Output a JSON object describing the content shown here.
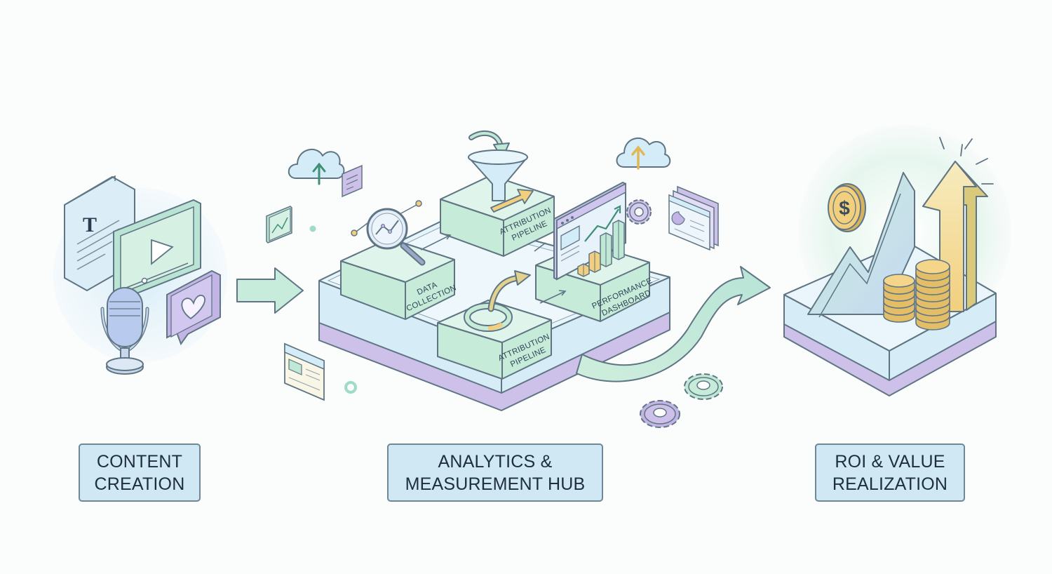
{
  "stages": {
    "content": {
      "line1": "CONTENT",
      "line2": "CREATION"
    },
    "hub": {
      "line1": "ANALYTICS &",
      "line2": "MEASUREMENT HUB"
    },
    "roi": {
      "line1": "ROI & VALUE",
      "line2": "REALIZATION"
    }
  },
  "hub_modules": {
    "data_collection": {
      "line1": "DATA",
      "line2": "COLLECTION"
    },
    "attribution_top": {
      "line1": "ATTRIBUTION",
      "line2": "PIPELINE"
    },
    "attribution_bottom": {
      "line1": "ATTRIBUTION",
      "line2": "PIPELINE"
    },
    "performance": {
      "line1": "PERFORMANCE",
      "line2": "DASHBOARD"
    }
  },
  "icons": {
    "text_glyph": "T",
    "currency_glyph": "$"
  },
  "colors": {
    "outline": "#5f7584",
    "mint": "#cdeedd",
    "sky": "#d4ecf7",
    "lavender": "#cbbfe8",
    "gold": "#f1cf7e",
    "label_fill": "#cfe8f4"
  }
}
